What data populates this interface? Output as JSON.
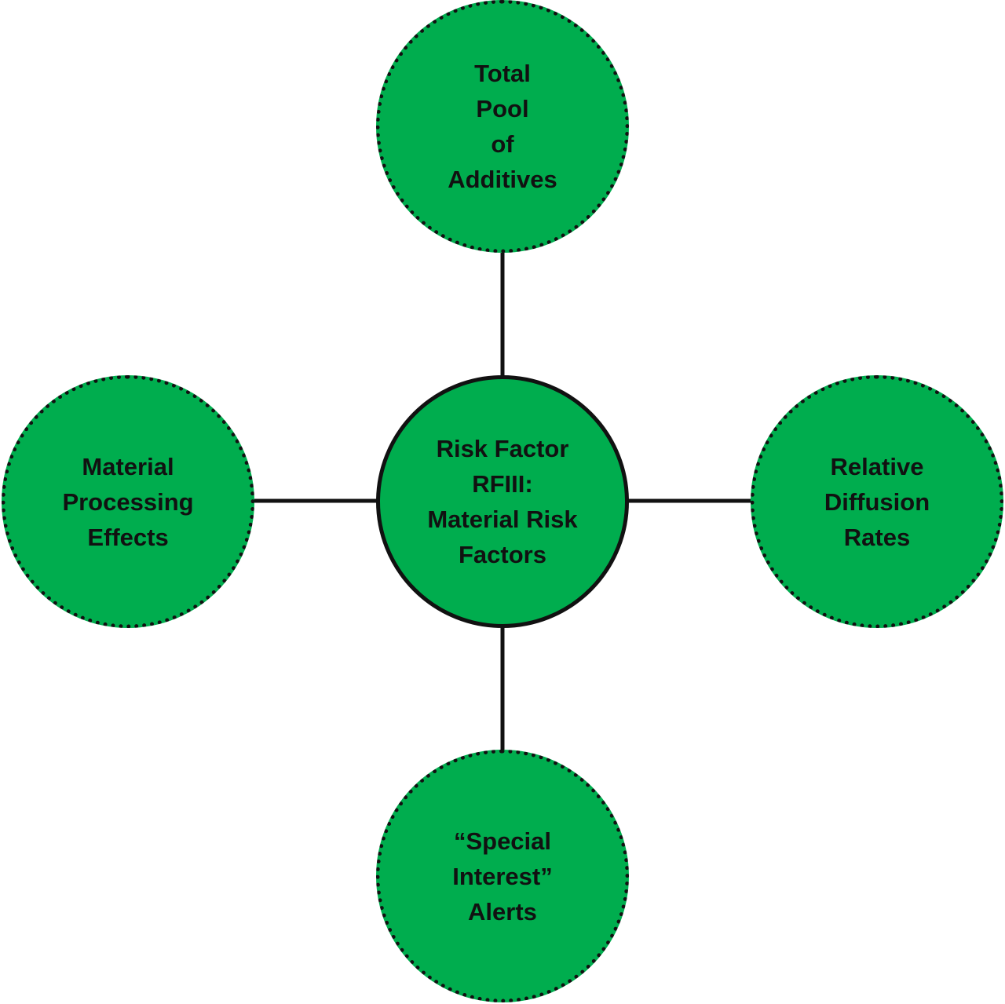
{
  "colors": {
    "node_fill": "#00ad4e",
    "outline": "#111111",
    "connector": "#111111",
    "background": "#ffffff"
  },
  "nodes": {
    "center": {
      "lines": [
        "Risk Factor",
        "RFIII:",
        "Material Risk",
        "Factors"
      ]
    },
    "top": {
      "lines": [
        "Total",
        "Pool",
        "of",
        "Additives"
      ]
    },
    "left": {
      "lines": [
        "Material",
        "Processing",
        "Effects"
      ]
    },
    "right": {
      "lines": [
        "Relative",
        "Diffusion",
        "Rates"
      ]
    },
    "bottom": {
      "lines": [
        "“Special",
        "Interest”",
        "Alerts"
      ]
    }
  }
}
